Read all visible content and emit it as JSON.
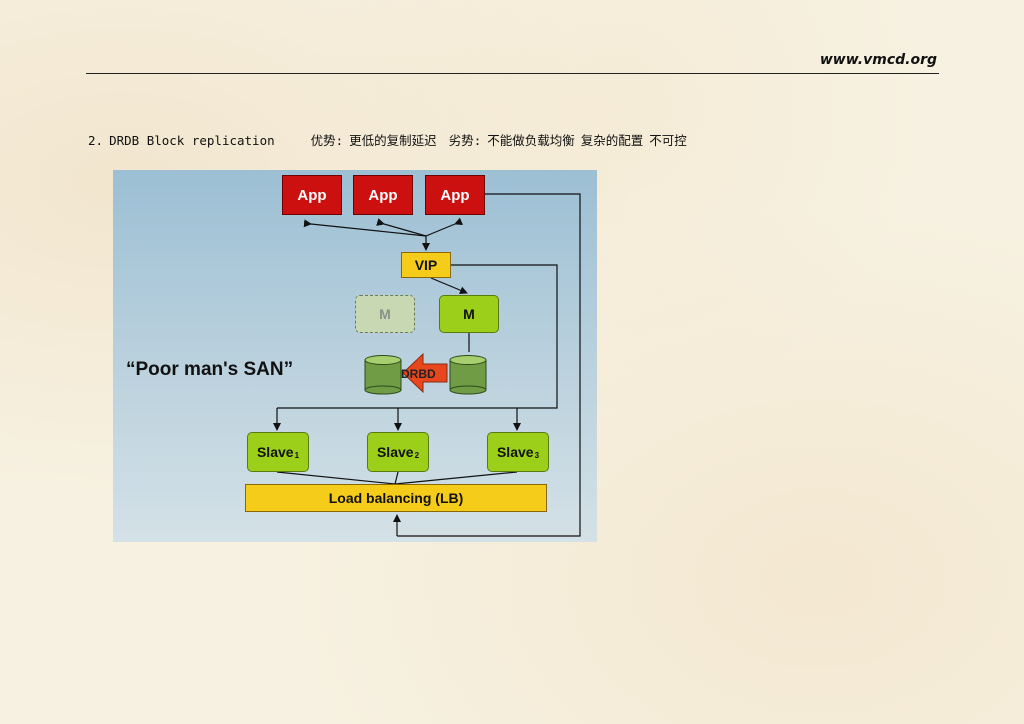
{
  "header": {
    "site_url": "www.vmcd.org"
  },
  "section": {
    "number": "2.",
    "title": "DRDB Block replication",
    "pros_label": "优势:",
    "pros_text": "更低的复制延迟",
    "cons_label": "劣势:",
    "cons_text": "不能做负载均衡",
    "cons_text_2": "复杂的配置",
    "cons_text_3": "不可控"
  },
  "diagram": {
    "apps": [
      "App",
      "App",
      "App"
    ],
    "vip": "VIP",
    "master": "M",
    "master_standby": "M",
    "drbd_label": "DRBD",
    "san_label": "“Poor man's SAN”",
    "slaves": [
      {
        "label": "Slave",
        "sub": "1"
      },
      {
        "label": "Slave",
        "sub": "2"
      },
      {
        "label": "Slave",
        "sub": "3"
      }
    ],
    "load_balancer": "Load balancing (LB)",
    "colors": {
      "app": "#cc1010",
      "vip": "#f5cc1a",
      "node": "#9ccf1a",
      "lb": "#f5cc1a",
      "disk": "#6f9c45",
      "arrow": "#e8461c"
    }
  }
}
